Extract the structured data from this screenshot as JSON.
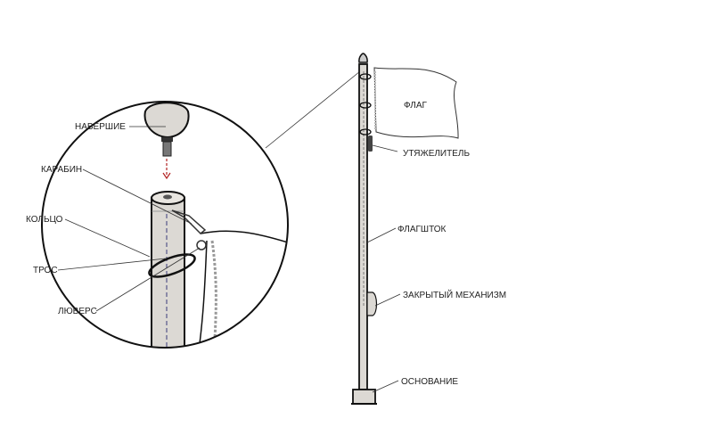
{
  "detail_labels": {
    "finial": "НАВЕРШИЕ",
    "carabiner": "КАРАБИН",
    "ring": "КОЛЬЦО",
    "rope": "ТРОС",
    "grommet": "ЛЮВЕРС"
  },
  "pole_labels": {
    "flag": "ФЛАГ",
    "weight": "УТЯЖЕЛИТЕЛЬ",
    "flagpole": "ФЛАГШТОК",
    "closed_mechanism": "ЗАКРЫТЫЙ МЕХАНИЗМ",
    "base": "ОСНОВАНИЕ"
  },
  "colors": {
    "outline": "#111111",
    "pole_fill": "#dcd9d4",
    "arrow": "#b22222",
    "rope": "#3a3a7a"
  }
}
